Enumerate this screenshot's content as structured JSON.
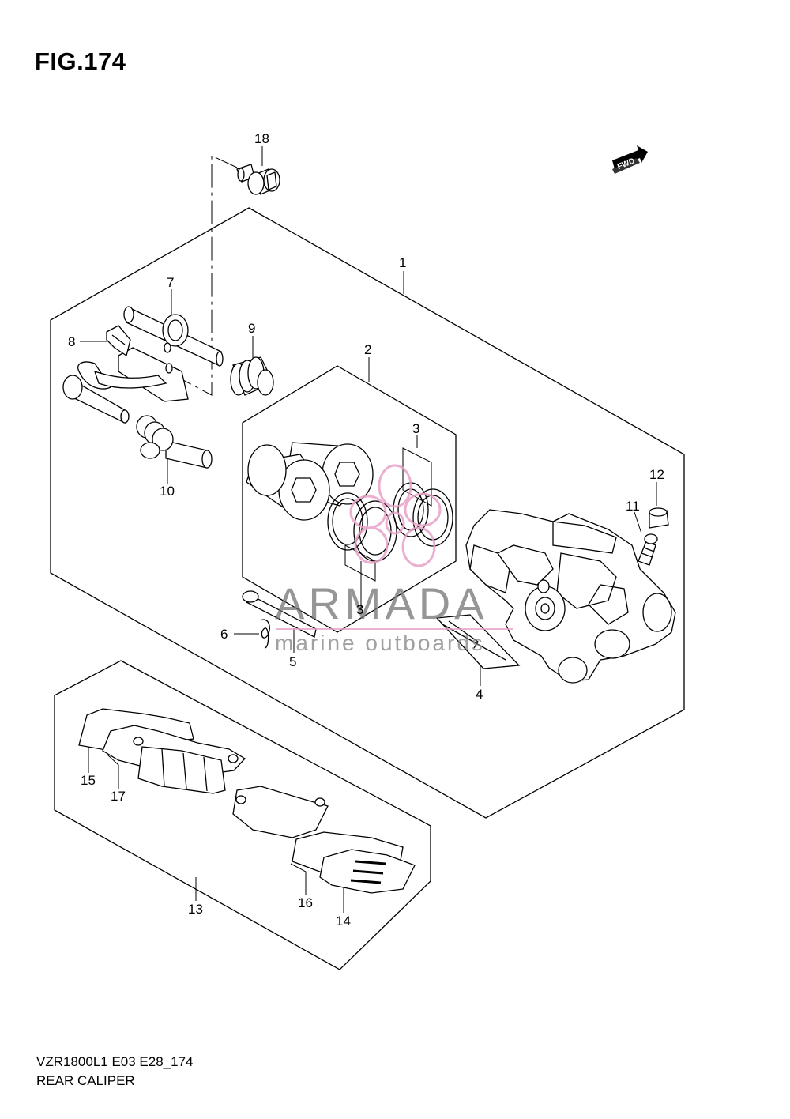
{
  "figure": {
    "title": "FIG.174",
    "direction_badge": "FWD"
  },
  "callouts": {
    "p1": "1",
    "p2": "2",
    "p3a": "3",
    "p3b": "3",
    "p4": "4",
    "p5": "5",
    "p6": "6",
    "p7": "7",
    "p8": "8",
    "p9": "9",
    "p10": "10",
    "p11": "11",
    "p12": "12",
    "p13": "13",
    "p14": "14",
    "p15": "15",
    "p16": "16",
    "p17": "17",
    "p18": "18"
  },
  "watermark": {
    "brand": "ARMADA",
    "tagline": "marine outboards",
    "color_pink": "#e8a2c8",
    "color_gray": "#6e6e6e"
  },
  "footer": {
    "model_code": "VZR1800L1 E03 E28_174",
    "diagram_name": "REAR CALIPER"
  }
}
